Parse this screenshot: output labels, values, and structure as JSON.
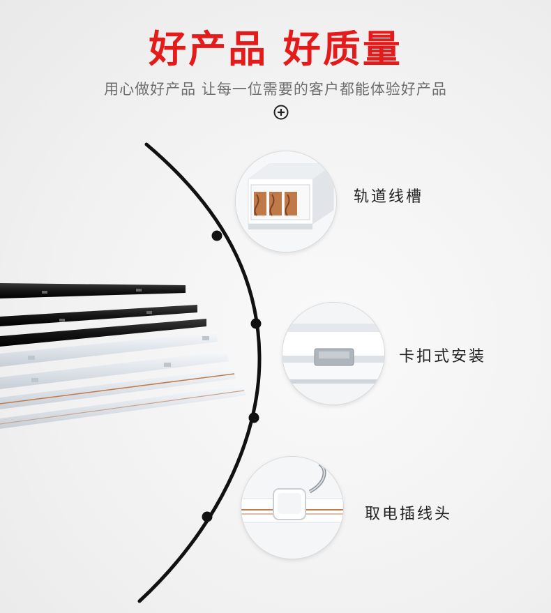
{
  "headline": "好产品 好质量",
  "subline": "用心做好产品 让每一位需要的客户都能体验好产品",
  "features": [
    {
      "label": "轨道线槽"
    },
    {
      "label": "卡扣式安装"
    },
    {
      "label": "取电插线头"
    }
  ],
  "colors": {
    "headline": "#e41b1b",
    "subline": "#6e6e6e",
    "arc": "#111111",
    "rail_black": "#1c1c1c",
    "rail_white": "#e9edf1",
    "copper": "#c07a4a"
  },
  "icons": {
    "expand": "plus-circle-icon"
  }
}
